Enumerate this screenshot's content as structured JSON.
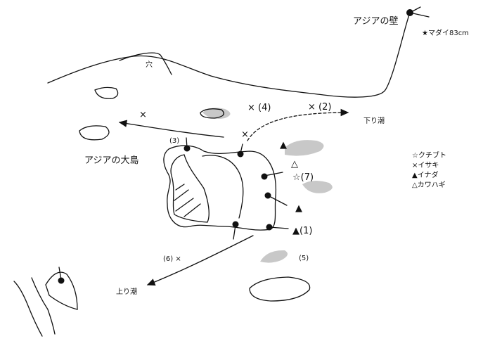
{
  "labels": {
    "wall": "アジアの壁",
    "record": "★マダイ83cm",
    "hole": "穴",
    "island": "アジアの大島",
    "ebb": "下り潮",
    "flood": "上り潮"
  },
  "points": {
    "p1": "▲(1)",
    "p2": "× (2)",
    "p3": "(3)",
    "p4": "× (4)",
    "p5": "(5)",
    "p6": "(6)  ×",
    "p7": "☆(7)",
    "x_left": "×",
    "x_mid": "×",
    "tri_open": "△",
    "tri_a": "▲",
    "tri_b": "▲"
  },
  "legend": [
    {
      "label": "☆クチブト"
    },
    {
      "label": "×イサキ"
    },
    {
      "label": "▲イナダ"
    },
    {
      "label": "△カワハギ"
    }
  ],
  "colors": {
    "ink": "#111111",
    "weed": "#c8c8c8"
  }
}
